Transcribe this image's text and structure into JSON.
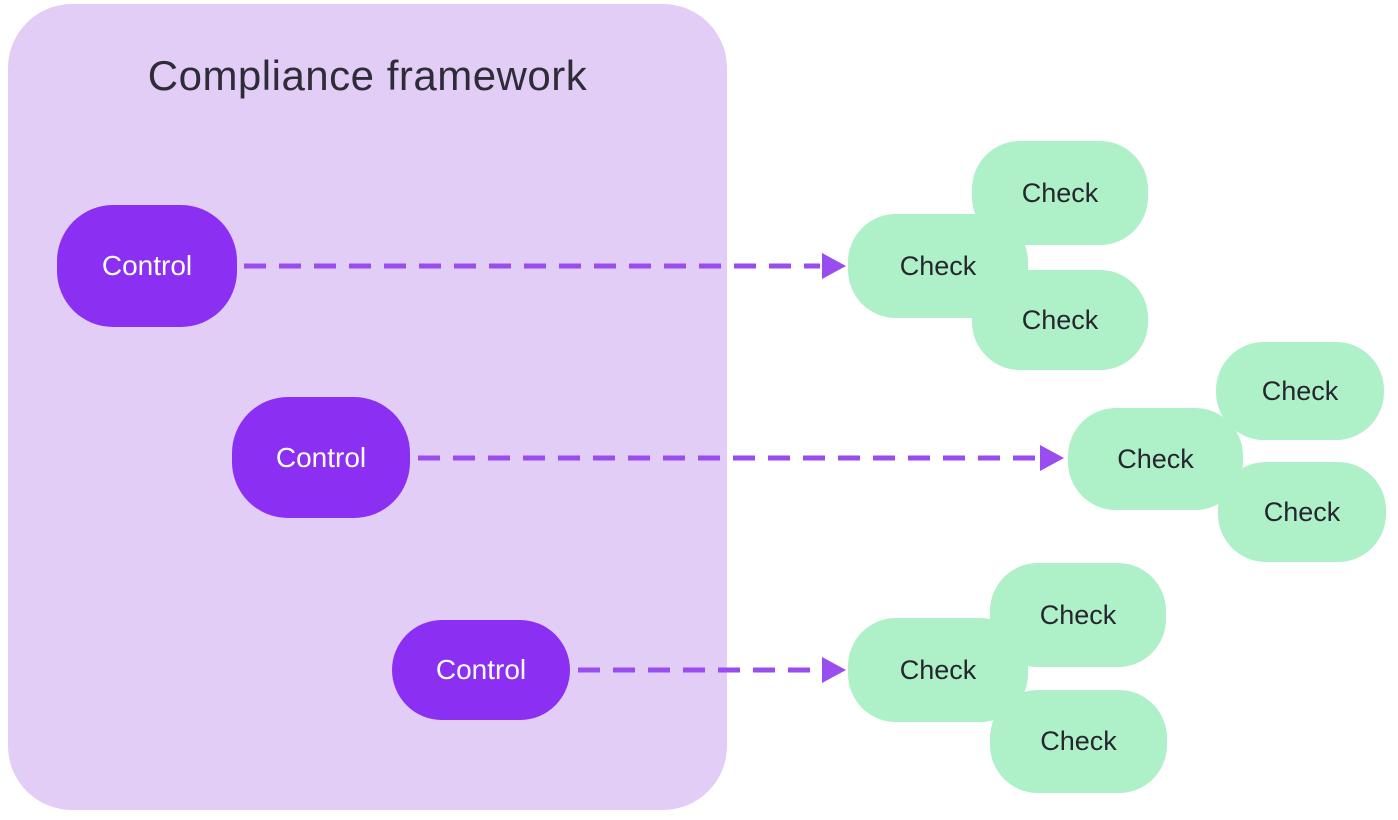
{
  "framework": {
    "title": "Compliance framework"
  },
  "controls": [
    {
      "label": "Control"
    },
    {
      "label": "Control"
    },
    {
      "label": "Control"
    }
  ],
  "check_groups": [
    {
      "checks": [
        {
          "label": "Check"
        },
        {
          "label": "Check"
        },
        {
          "label": "Check"
        }
      ]
    },
    {
      "checks": [
        {
          "label": "Check"
        },
        {
          "label": "Check"
        },
        {
          "label": "Check"
        }
      ]
    },
    {
      "checks": [
        {
          "label": "Check"
        },
        {
          "label": "Check"
        },
        {
          "label": "Check"
        }
      ]
    }
  ],
  "colors": {
    "canvas_bg": "#ffffff",
    "framework_bg": "#e2cdf7",
    "control_bg": "#8b2ff3",
    "control_text": "#ffffff",
    "check_bg": "#aef0c8",
    "check_text": "#26262e",
    "arrow": "#9a4dee",
    "title_text": "#2e2d37"
  }
}
